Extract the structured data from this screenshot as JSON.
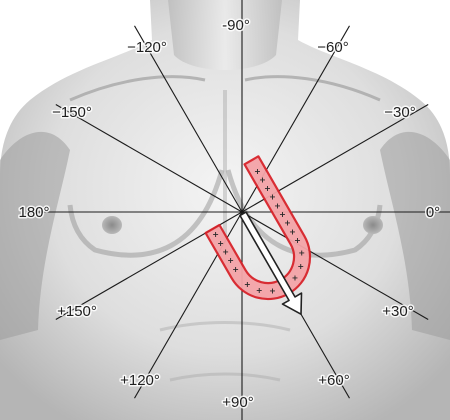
{
  "diagram": {
    "axes": [
      {
        "angle": -90,
        "label": "-90°"
      },
      {
        "angle": -120,
        "label": "−120°"
      },
      {
        "angle": -60,
        "label": "−60°"
      },
      {
        "angle": -150,
        "label": "−150°"
      },
      {
        "angle": -30,
        "label": "−30°"
      },
      {
        "angle": 180,
        "label": "180°"
      },
      {
        "angle": 0,
        "label": "0°"
      },
      {
        "angle": 150,
        "label": "+150°"
      },
      {
        "angle": 30,
        "label": "+30°"
      },
      {
        "angle": 120,
        "label": "+120°"
      },
      {
        "angle": 60,
        "label": "+60°"
      },
      {
        "angle": 90,
        "label": "+90°"
      }
    ],
    "vector": {
      "angle": 60
    },
    "polarity_sign": "+",
    "colors": {
      "loop_fill": "#f4a4a8",
      "loop_outline": "#d8232a",
      "axis_line": "#1c1c1c",
      "skin_light": "#ececec",
      "skin_shade": "#a9a9a9",
      "arrow_fill": "#ffffff"
    }
  }
}
